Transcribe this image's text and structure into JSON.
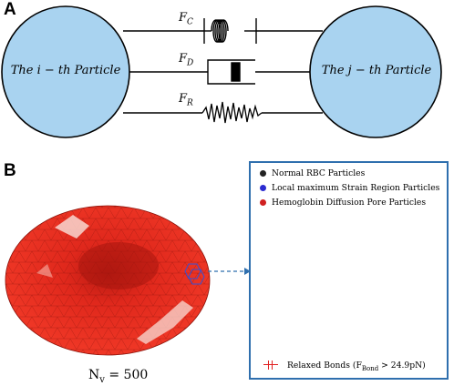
{
  "panel_a": {
    "label": "A",
    "particle_i": "The i − th Particle",
    "particle_j": "The j − th Particle",
    "force_c": "F",
    "force_c_sub": "C",
    "force_d": "F",
    "force_d_sub": "D",
    "force_r": "F",
    "force_r_sub": "R"
  },
  "panel_b": {
    "label": "B",
    "nv_label": "N",
    "nv_sub": "v",
    "nv_value": " = 500",
    "legend": {
      "items": [
        {
          "label": "Normal RBC Particles",
          "color": "#222222"
        },
        {
          "label": "Local maximum Strain Region Particles",
          "color": "#2b2bd0"
        },
        {
          "label": "Hemoglobin Diffusion Pore Particles",
          "color": "#d02020"
        }
      ],
      "bond_label": "Relaxed Bonds (F",
      "bond_sub": "Bond",
      "bond_tail": " > 24.9pN)"
    }
  },
  "colors": {
    "particle_fill": "#a9d3f0",
    "rbc": "#e8241c",
    "frame": "#2f6fae",
    "bond_mark": "#e02020"
  }
}
